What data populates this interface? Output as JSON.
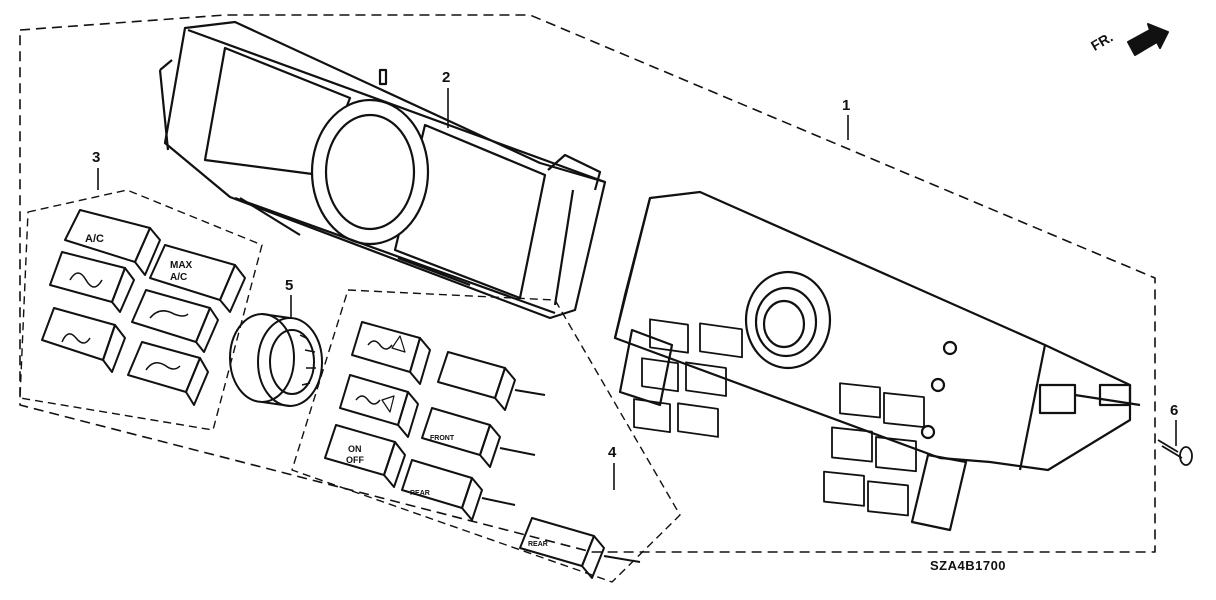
{
  "diagram": {
    "callouts": {
      "c1": "1",
      "c2": "2",
      "c3": "3",
      "c4": "4",
      "c5": "5",
      "c6": "6"
    },
    "direction_label": "FR.",
    "part_code": "SZA4B1700",
    "buttons": {
      "ac": "A/C",
      "max_ac_top": "MAX",
      "max_ac_bottom": "A/C",
      "on": "ON",
      "off": "OFF",
      "front": "FRONT",
      "rear": "REAR",
      "rear2": "REAR"
    }
  }
}
